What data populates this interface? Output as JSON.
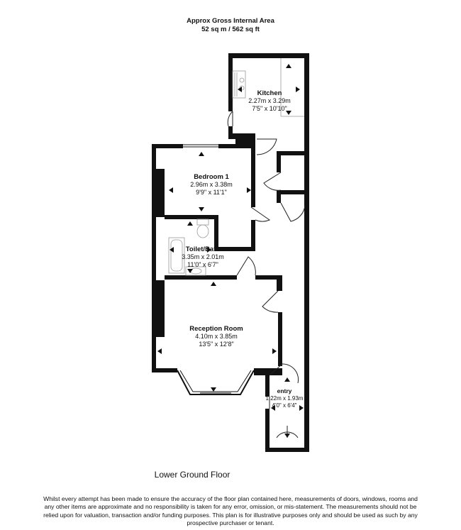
{
  "header": {
    "area_title": "Approx Gross Internal Area",
    "area_value": "52 sq m / 562 sq ft"
  },
  "rooms": {
    "kitchen": {
      "name": "Kitchen",
      "metric": "2.27m x 3.29m",
      "imperial": "7'5\" x 10'10\""
    },
    "bedroom": {
      "name": "Bedroom 1",
      "metric": "2.96m x 3.38m",
      "imperial": "9'9\" x 11'1\""
    },
    "bath": {
      "name": "Toilet/Bath",
      "metric": "3.35m x 2.01m",
      "imperial": "11'0\" x 6'7\""
    },
    "reception": {
      "name": "Reception Room",
      "metric": "4.10m x 3.85m",
      "imperial": "13'5\" x 12'8\""
    },
    "entry": {
      "name": "entry",
      "metric": "1.22m x 1.93m",
      "imperial": "4'0\" x 6'4\""
    }
  },
  "floor_label": "Lower Ground Floor",
  "disclaimer": "Whilst every attempt has been made to ensure the accuracy of the floor plan contained here, measurements of doors, windows, rooms and any other items are approximate and no responsibility is taken for any error, omission, or mis-statement. The measurements should not be relied upon for valuation, transaction and/or funding purposes. This plan is for illustrative purposes only and should be used as such by any prospective purchaser or tenant.",
  "colors": {
    "wall": "#111111",
    "line": "#222222",
    "fixture": "#999999"
  }
}
